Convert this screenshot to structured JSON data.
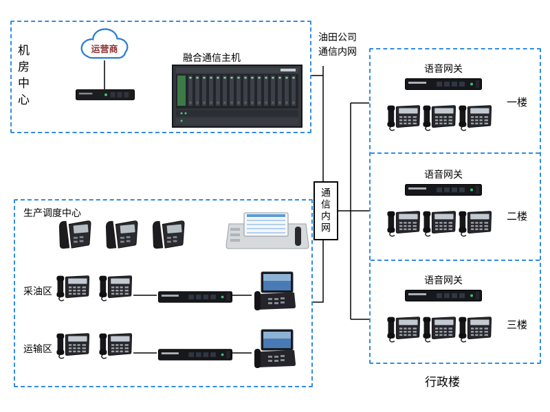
{
  "machine_room": {
    "title": "机房中心",
    "carrier_label": "运营商",
    "host_label": "融合通信主机"
  },
  "intranet": {
    "top_label_line1": "油田公司",
    "top_label_line2": "通信内网",
    "node_label": "通信内网"
  },
  "admin_building": {
    "building_label": "行政楼",
    "floors": [
      {
        "gateway_label": "语音网关",
        "floor_label": "一楼",
        "phone_count": 3
      },
      {
        "gateway_label": "语音网关",
        "floor_label": "二楼",
        "phone_count": 3
      },
      {
        "gateway_label": "语音网关",
        "floor_label": "三楼",
        "phone_count": 3
      }
    ]
  },
  "dispatch_center": {
    "title": "生产调度中心",
    "console_phone_count": 3,
    "areas": [
      {
        "label": "采油区",
        "phone_count": 2
      },
      {
        "label": "运输区",
        "phone_count": 2
      }
    ]
  },
  "colors": {
    "box_border_blue": "#2f8be0",
    "wire_black": "#000000",
    "carrier_text_red": "#8b3232",
    "cloud_blue": "#2b7fd4"
  }
}
